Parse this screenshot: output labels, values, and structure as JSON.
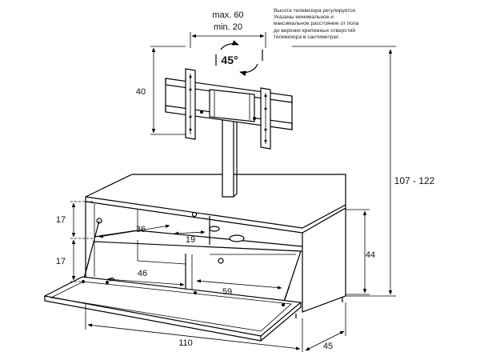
{
  "note_lines": [
    "Высота телевизора регулируется.",
    "Указаны минимальное и",
    "максимальное  расстояние от пола",
    "до верхних крепежных отверстий",
    "телевизора в сантиметрах"
  ],
  "dimensions": {
    "bracket_max": "max. 60",
    "bracket_min": "min. 20",
    "bracket_height": "40",
    "rotation": "45°",
    "total_height": "107 - 122",
    "compartment_top": "17",
    "compartment_bottom": "17",
    "inner_width_upper": "36",
    "inner_width_small": "19",
    "inner_width_lower": "46",
    "inner_width_right": "59",
    "cabinet_height": "44",
    "cabinet_width": "110",
    "cabinet_depth": "45"
  },
  "colors": {
    "line": "#000000",
    "background": "#ffffff"
  }
}
